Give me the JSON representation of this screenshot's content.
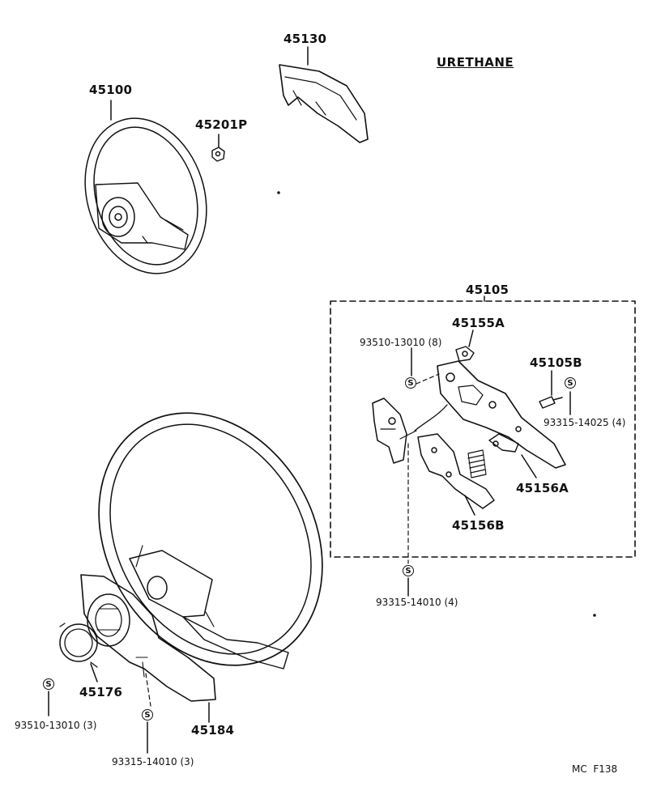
{
  "material_note": "URETHANE",
  "figure_code": "MC  F138",
  "symbol_letter": "S",
  "parts": {
    "wheel_upper": "45100",
    "pad": "45130",
    "nut": "45201P",
    "assembly": "45105",
    "bracket_a": "45155A",
    "screw_upper": "93510-13010 (8)",
    "bolt": "45105B",
    "screw_bolt": "93315-14025 (4)",
    "plate_a": "45156A",
    "plate_b": "45156B",
    "screw_assembly_bottom": "93315-14010 (4)",
    "ring": "45176",
    "cover": "45184",
    "screw_ring": "93510-13010 (3)",
    "screw_cover": "93315-14010 (3)"
  }
}
